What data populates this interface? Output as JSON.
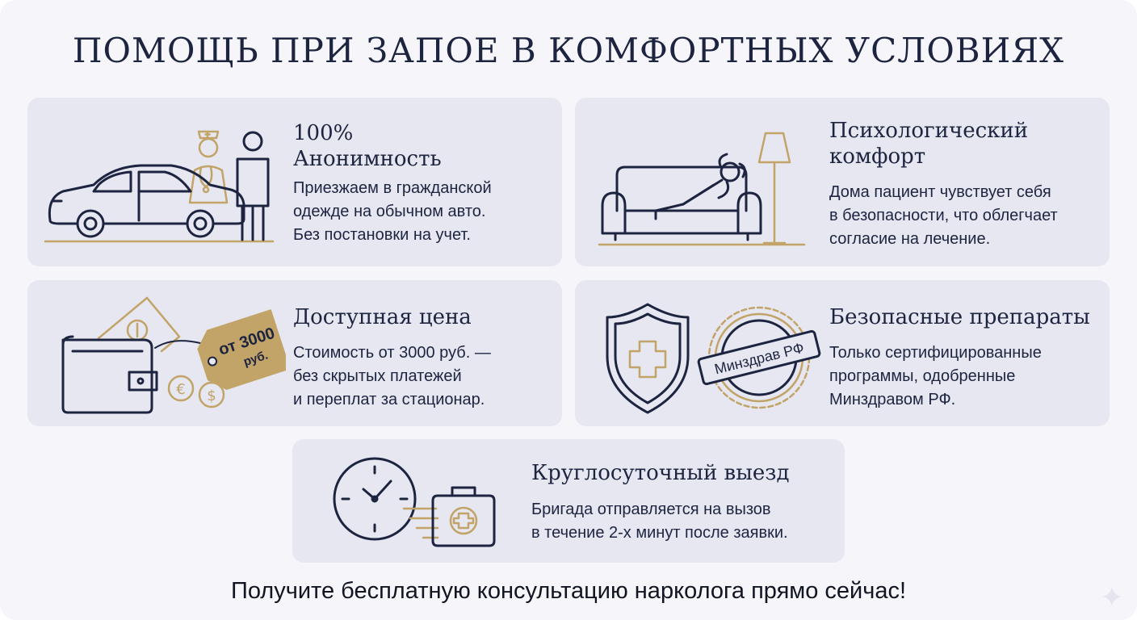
{
  "title": "ПОМОЩЬ ПРИ ЗАПОЕ В КОМФОРТНЫХ УСЛОВИЯХ",
  "colors": {
    "navy": "#1d2440",
    "gold": "#c2a368",
    "card": "#e6e7f0",
    "page": "#f6f6fa"
  },
  "cards": [
    {
      "icon": "car-doctor-icon",
      "heading": [
        "100%",
        "Анонимность"
      ],
      "text": [
        "Приезжаем в гражданской",
        "одежде на обычном авто.",
        "Без постановки на учет."
      ]
    },
    {
      "icon": "sofa-person-icon",
      "heading": [
        "Психологический",
        "комфорт"
      ],
      "text": [
        "Дома пациент чувствует себя",
        "в безопасности, что облегчает",
        "согласие на лечение."
      ]
    },
    {
      "icon": "wallet-price-icon",
      "heading": [
        "Доступная цена"
      ],
      "text": [
        "Стоимость от 3000 руб. —",
        "без скрытых платежей",
        "и переплат за стационар."
      ],
      "price_tag": [
        "от 3000",
        "руб."
      ]
    },
    {
      "icon": "shield-stamp-icon",
      "heading": [
        "Безопасные препараты"
      ],
      "text": [
        "Только сертифицированные",
        "программы, одобренные",
        "Минздравом РФ."
      ],
      "stamp": "Минздрав РФ"
    },
    {
      "icon": "clock-medkit-icon",
      "heading": [
        "Круглосуточный выезд"
      ],
      "text": [
        "Бригада отправляется на вызов",
        "в течение 2-х минут после заявки."
      ]
    }
  ],
  "footer": "Получите бесплатную консультацию нарколога прямо сейчас!"
}
